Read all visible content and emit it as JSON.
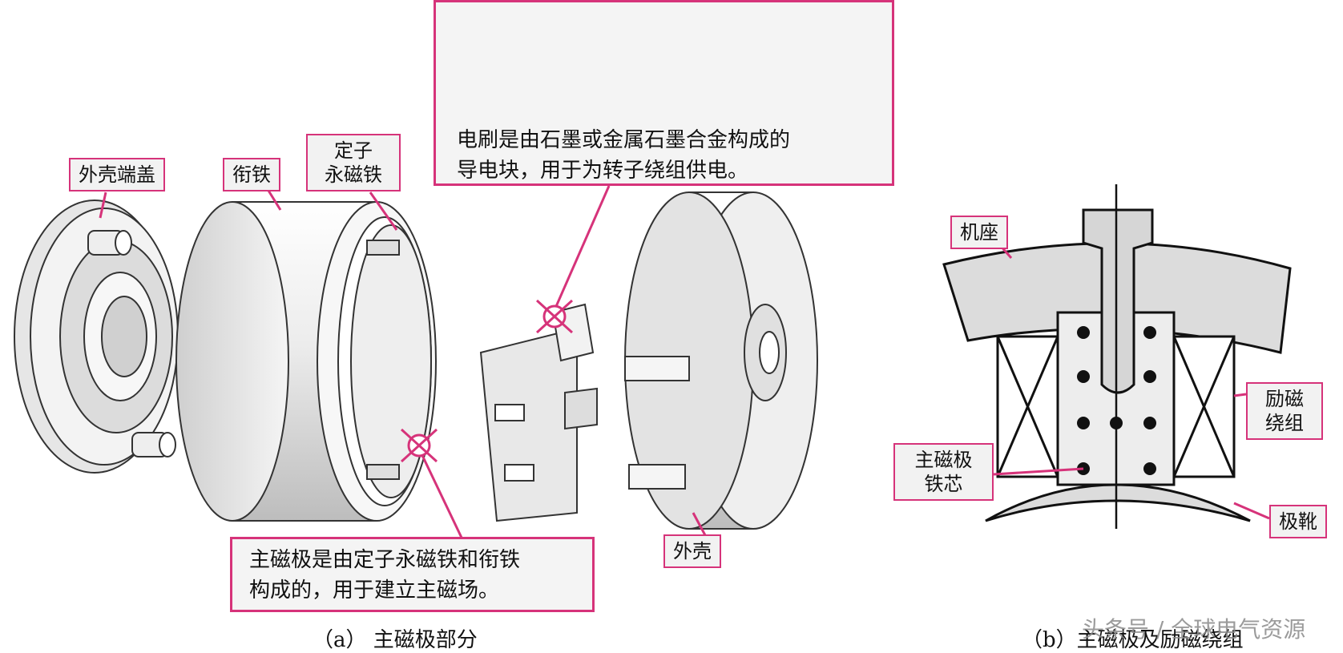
{
  "figure_a": {
    "labels": {
      "shell_end_cover": "外壳端盖",
      "armature": "衔铁",
      "stator_pm_line1": "定子",
      "stator_pm_line2": "永磁铁",
      "shell": "外壳"
    },
    "brush_callout": {
      "line1": "电刷是由石墨或金属石墨合金构成的",
      "line2": "导电块，用于为转子绕组供电。"
    },
    "main_pole_callout": {
      "line1": "主磁极是由定子永磁铁和衔铁",
      "line2": "构成的，用于建立主磁场。"
    },
    "caption": "（a） 主磁极部分"
  },
  "figure_b": {
    "labels": {
      "frame": "机座",
      "field_winding_line1": "励磁",
      "field_winding_line2": "绕组",
      "main_pole_core_line1": "主磁极",
      "main_pole_core_line2": "铁芯",
      "pole_shoe": "极靴"
    },
    "caption": "（b）主磁极及励磁绕组"
  },
  "watermark": "头条号 / 全球电气资源",
  "colors": {
    "accent": "#d6337a",
    "part_fill": "#e9e9e9",
    "part_stroke": "#222222"
  }
}
